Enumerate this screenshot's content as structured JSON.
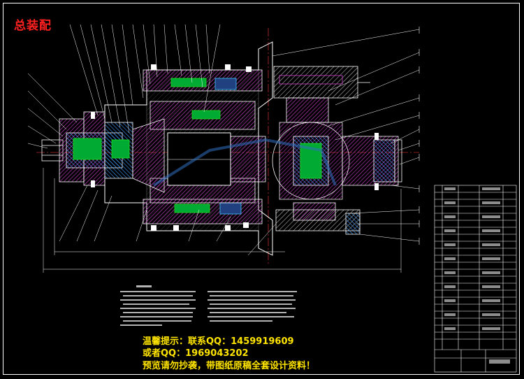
{
  "title": "总装配",
  "notices": [
    "温馨提示：联系QQ：1459919609",
    "或者QQ：1969043202",
    "预览请勿抄袭，带图纸原稿全套设计资料！"
  ],
  "colors": {
    "background": "#000000",
    "lines": "#ffffff",
    "hatch_purple": "#d040d0",
    "steel_cyan": "#40c8ff",
    "green": "#20e020",
    "notice_yellow": "#ffe400",
    "title_red": "#ff2020"
  }
}
